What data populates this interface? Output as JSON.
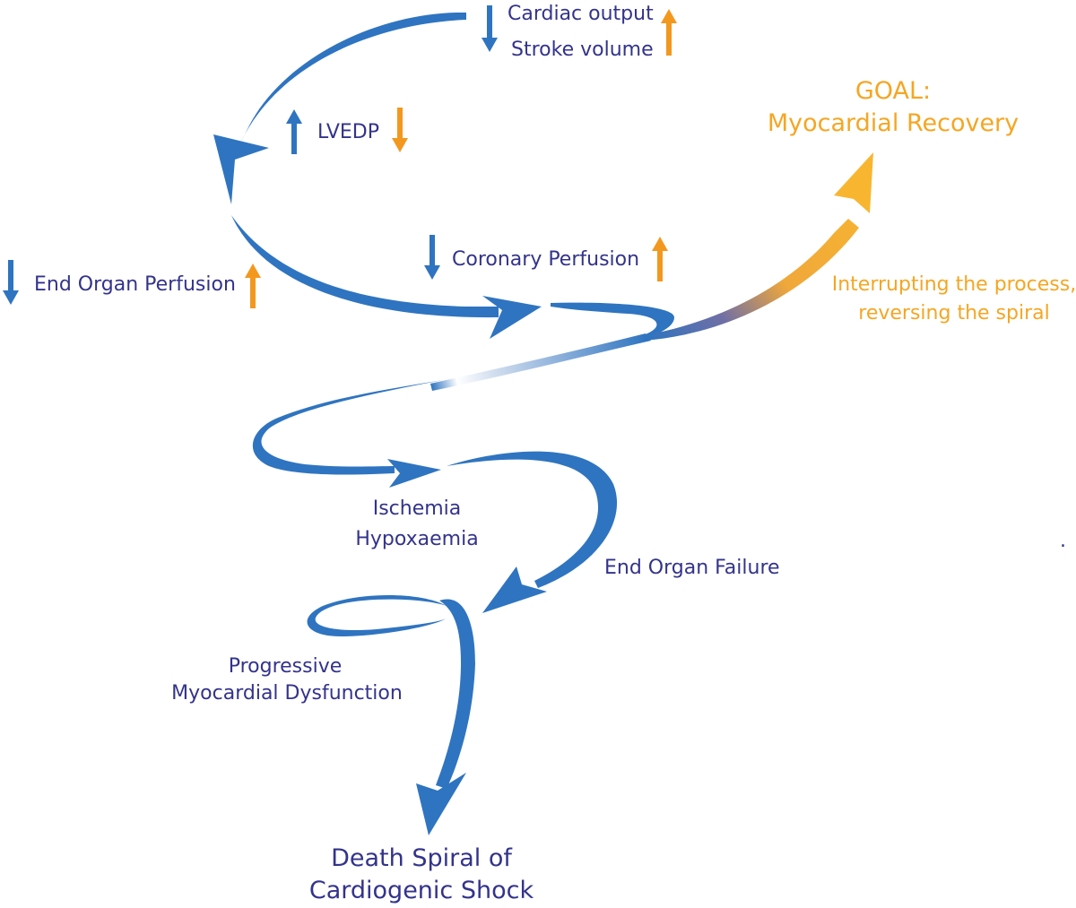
{
  "colors": {
    "spiral_blue": "#2f74c0",
    "arrow_blue": "#2f74c0",
    "arrow_orange": "#f3981f",
    "label_navy": "#33338c",
    "label_orange": "#f5a623",
    "recovery_gradient_start": "#2f74c0",
    "recovery_gradient_end": "#f8b630"
  },
  "labels": {
    "cardiac_output": "Cardiac output",
    "stroke_volume": "Stroke volume",
    "lvedp": "LVEDP",
    "end_organ_perfusion": "End Organ Perfusion",
    "coronary_perfusion": "Coronary Perfusion",
    "ischemia": "Ischemia",
    "hypoxaemia": "Hypoxaemia",
    "end_organ_failure": "End Organ Failure",
    "progressive": "Progressive",
    "myocardial_dysfunction": "Myocardial Dysfunction",
    "death_spiral_line1": "Death Spiral of",
    "death_spiral_line2": "Cardiogenic Shock"
  },
  "goal": {
    "heading": "GOAL:",
    "title": "Myocardial Recovery",
    "note_line1": "Interrupting the process,",
    "note_line2": "reversing the spiral"
  },
  "markers": {
    "dot": "."
  },
  "icons": {
    "down": "blue-down-arrow",
    "up": "orange-up-arrow",
    "up_blue": "blue-up-arrow",
    "down_orange": "orange-down-arrow"
  }
}
